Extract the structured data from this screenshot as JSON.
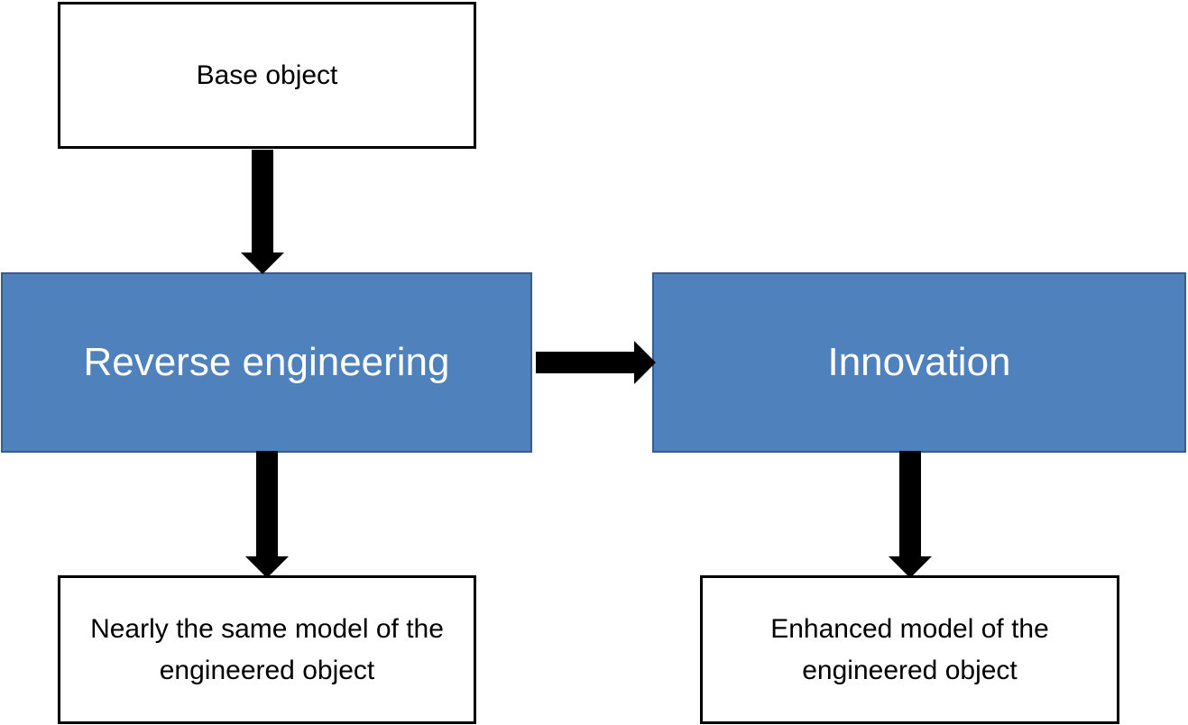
{
  "diagram": {
    "nodes": {
      "base_object": {
        "label": "Base object"
      },
      "reverse_engineering": {
        "label": "Reverse engineering"
      },
      "innovation": {
        "label": "Innovation"
      },
      "nearly_same_model": {
        "label": "Nearly the same model of the engineered object"
      },
      "enhanced_model": {
        "label": "Enhanced model of the engineered object"
      }
    },
    "edges": [
      {
        "from": "base_object",
        "to": "reverse_engineering"
      },
      {
        "from": "reverse_engineering",
        "to": "innovation"
      },
      {
        "from": "reverse_engineering",
        "to": "nearly_same_model"
      },
      {
        "from": "innovation",
        "to": "enhanced_model"
      }
    ],
    "colors": {
      "process_fill": "#4f81bd",
      "process_border": "#385d8a",
      "arrow": "#000000"
    }
  }
}
